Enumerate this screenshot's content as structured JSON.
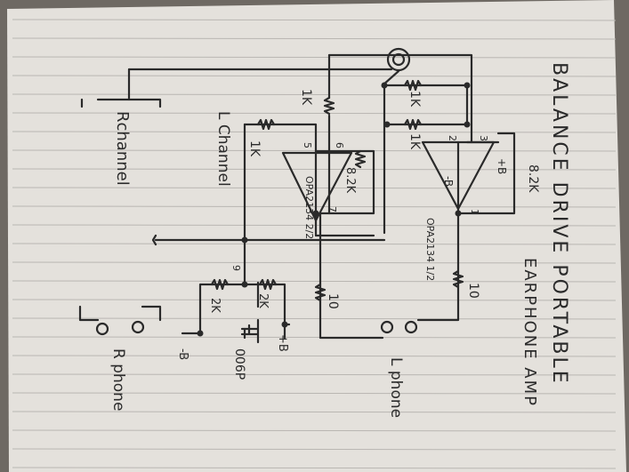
{
  "title_line1": "BALANCE DRIVE PORTABLE",
  "title_line2": "EARPHONE AMP",
  "labels": {
    "r_channel": "Rchannel",
    "l_channel": "L Channel",
    "l_phone": "L phone",
    "r_phone": "R phone",
    "opamp_a": "OPA2134 1/2",
    "opamp_b": "OPA2134 2/2",
    "r_1k_top": "1K",
    "r_1k_mid": "1K",
    "r_1k_left": "1K",
    "r_1k_in": "1K",
    "r_8k2_a": "8.2K",
    "r_8k2_b": "8.2K",
    "r_10_a": "10",
    "r_10_b": "10",
    "r_2k_a": "2K",
    "r_2k_b": "2K",
    "cap": "006P",
    "plus_b": "+B",
    "minus_b": "-B",
    "opa_minus_b": "-B",
    "opa_plus_b": "+B",
    "pin_2": "2",
    "pin_3": "3",
    "pin_1": "1",
    "pin_5": "5",
    "pin_6": "6",
    "pin_7": "7",
    "pin_9": "9"
  },
  "colors": {
    "paper": "#e4e1dc",
    "ink": "#2a2a2a",
    "rule": "#b9b6b2"
  }
}
